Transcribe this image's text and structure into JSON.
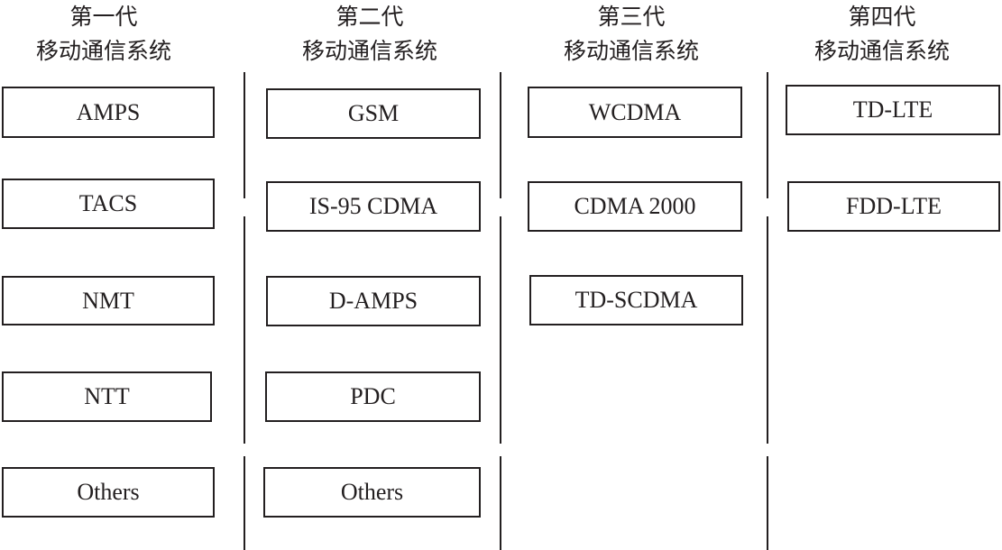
{
  "generations": [
    {
      "title_line1": "第一代",
      "title_line2": "移动通信系统",
      "systems": [
        "AMPS",
        "TACS",
        "NMT",
        "NTT",
        "Others"
      ]
    },
    {
      "title_line1": "第二代",
      "title_line2": "移动通信系统",
      "systems": [
        "GSM",
        "IS-95 CDMA",
        "D-AMPS",
        "PDC",
        "Others"
      ]
    },
    {
      "title_line1": "第三代",
      "title_line2": "移动通信系统",
      "systems": [
        "WCDMA",
        "CDMA 2000",
        "TD-SCDMA"
      ]
    },
    {
      "title_line1": "第四代",
      "title_line2": "移动通信系统",
      "systems": [
        "TD-LTE",
        "FDD-LTE"
      ]
    }
  ]
}
